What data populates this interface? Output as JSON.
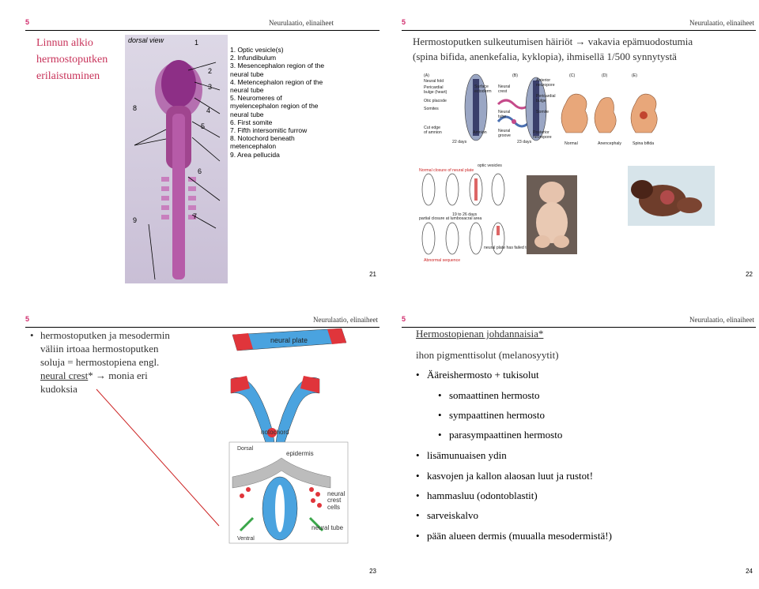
{
  "topic": "Neurulaatio, elinaiheet",
  "slide1": {
    "num": "5",
    "title_lines": [
      "Linnun alkio",
      "hermostoputken",
      "erilaistuminen"
    ],
    "view_label": "dorsal view",
    "markers": [
      "1",
      "2",
      "3",
      "4",
      "5",
      "6",
      "7",
      "8",
      "9"
    ],
    "legend": [
      "1. Optic vesicle(s)",
      "2. Infundibulum",
      "3. Mesencephalon region of the",
      "    neural tube",
      "4. Metencephalon region of the",
      "    neural tube",
      "5. Neuromeres of",
      "    myelencephalon region of the",
      "    neural tube",
      "6. First somite",
      "7. Fifth intersomitic furrow",
      "8. Notochord beneath",
      "    metencephalon",
      "9. Area pellucida"
    ],
    "page": "21"
  },
  "slide2": {
    "num": "5",
    "heading_lines": [
      "Hermostoputken sulkeutumisen häiriöt → vakavia epämuodostumia",
      "(spina bifida, anenkefalia, kyklopia), ihmisellä 1/500 synnytystä"
    ],
    "figA": {
      "label": "(A)",
      "labels_left": [
        "Neural fold",
        "Pericardial",
        "bulge (heart)",
        "Otic placode",
        "Somites",
        "Cut edge",
        "of amnion"
      ],
      "labels_mid": [
        "Surface",
        "ectoderm",
        "Neural",
        "crest",
        "Neural",
        "tube",
        "Amnion",
        "Neural",
        "groove"
      ],
      "day_a": "22 days"
    },
    "figB": {
      "label": "(B)",
      "labels": [
        "Anterior",
        "neuropore",
        "Pericardial",
        "bulge",
        "Somite",
        "Posterior",
        "neuropore"
      ],
      "day_b": "23 days"
    },
    "figC": {
      "label": "(C)",
      "caption": "Normal"
    },
    "figD": {
      "label": "(D)",
      "caption": "Anencephaly"
    },
    "figE": {
      "label": "(E)",
      "caption": "Spina bifida"
    },
    "seq": {
      "top": "Normal closure of neural plate",
      "top2": "optic vesicles",
      "mid": "19 to 26 days",
      "mid2": "partial closure at lumbosacral area",
      "mid3": "neural plate has failed to close",
      "bottom": "Abnormal sequence"
    },
    "page": "22"
  },
  "slide3": {
    "num": "5",
    "bullet_lines": [
      "hermostoputken ja mesodermin",
      "väliin irtoaa hermostoputken",
      "soluja = hermostopiena engl.",
      "neural crest",
      "* → monia eri",
      "kudoksia"
    ],
    "labels": {
      "neural_plate": "neural plate",
      "notochord": "notochord",
      "dorsal": "Dorsal",
      "epidermis": "epidermis",
      "neural_crest": [
        "neural",
        "crest",
        "cells"
      ],
      "neural_tube": "neural tube",
      "ventral": "Ventral"
    },
    "page": "23"
  },
  "slide4": {
    "num": "5",
    "title": "Hermostopienan johdannaisia*",
    "lines": [
      "ihon pigmenttisolut (melanosyytit)",
      "Ääreishermosto + tukisolut",
      "somaattinen hermosto",
      "sympaattinen hermosto",
      "parasympaattinen hermosto",
      "lisämunuaisen ydin",
      "kasvojen ja kallon alaosan luut ja rustot!",
      "hammasluu (odontoblastit)",
      "sarveiskalvo",
      "pään alueen dermis (muualla mesodermistä!)"
    ],
    "page": "24"
  },
  "colors": {
    "header_number": "#d12d6d",
    "stain": "#a0458f",
    "neural_blue": "#4aa3df",
    "crest_red": "#e0353b"
  }
}
